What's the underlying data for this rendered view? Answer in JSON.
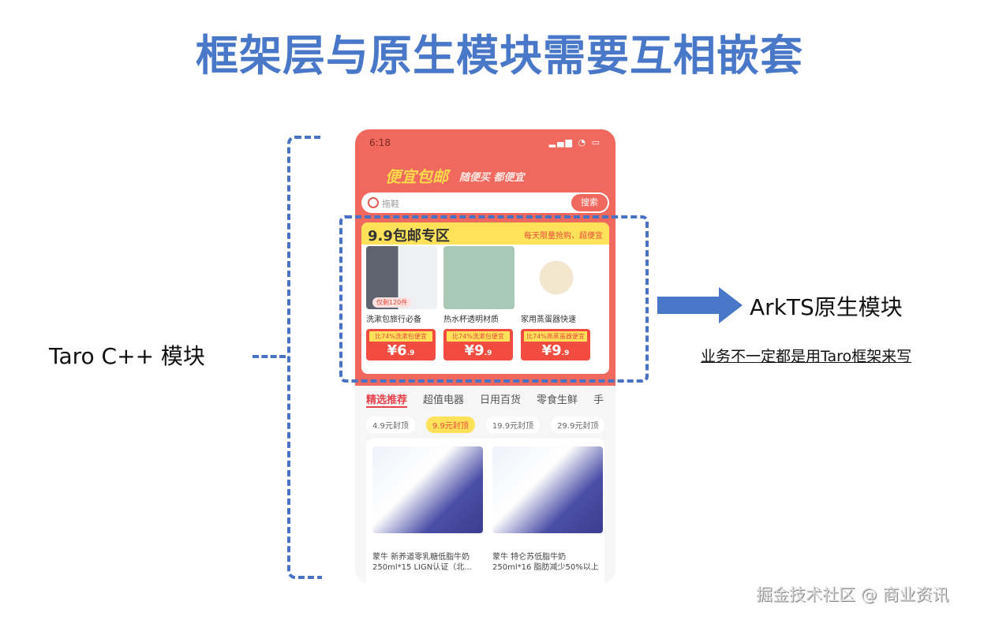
{
  "title": "框架层与原生模块需要互相嵌套",
  "left_label": "Taro C++ 模块",
  "right_label": "ArkTS原生模块",
  "right_note": "业务不一定都是用Taro框架来写",
  "watermark": "掘金技术社区 @ 商业资讯",
  "colors": {
    "title": "#4a78c8",
    "bracket": "#4a72c4",
    "arrow": "#4a78c8",
    "phone_header": "#f0685e",
    "zone_header": "#ffe25a"
  },
  "phone": {
    "status_time": "6:18",
    "status_icons": "signal wifi battery",
    "brand": "便宜包邮",
    "slogan": "随便买 都便宜",
    "search": {
      "placeholder": "拖鞋",
      "button": "搜索"
    },
    "zone": {
      "title": "9.9包邮专区",
      "subtitle": "每天限量抢购、超便宜",
      "items": [
        {
          "name": "洗漱包旅行必备",
          "tag": "比74%洗漱包便宜",
          "price": "6",
          "decimal": ".9",
          "stock": "仅剩120件"
        },
        {
          "name": "热水杯透明材质",
          "tag": "比74%洗漱包便宜",
          "price": "9",
          "decimal": ".9"
        },
        {
          "name": "家用蒸蛋器快速",
          "tag": "比74%燕蒸蛋器便宜",
          "price": "9",
          "decimal": ".9"
        }
      ]
    },
    "tabs": [
      "精选推荐",
      "超值电器",
      "日用百货",
      "零食生鲜",
      "手"
    ],
    "chips": [
      "4.9元封顶",
      "9.9元封顶",
      "19.9元封顶",
      "29.9元封顶"
    ],
    "products": [
      {
        "name": "蒙牛 新养道零乳糖低脂牛奶 250ml*15 LIGN认证（北..."
      },
      {
        "name": "蒙牛 特仑苏低脂牛奶 250ml*16 脂肪减少50%以上"
      }
    ]
  }
}
